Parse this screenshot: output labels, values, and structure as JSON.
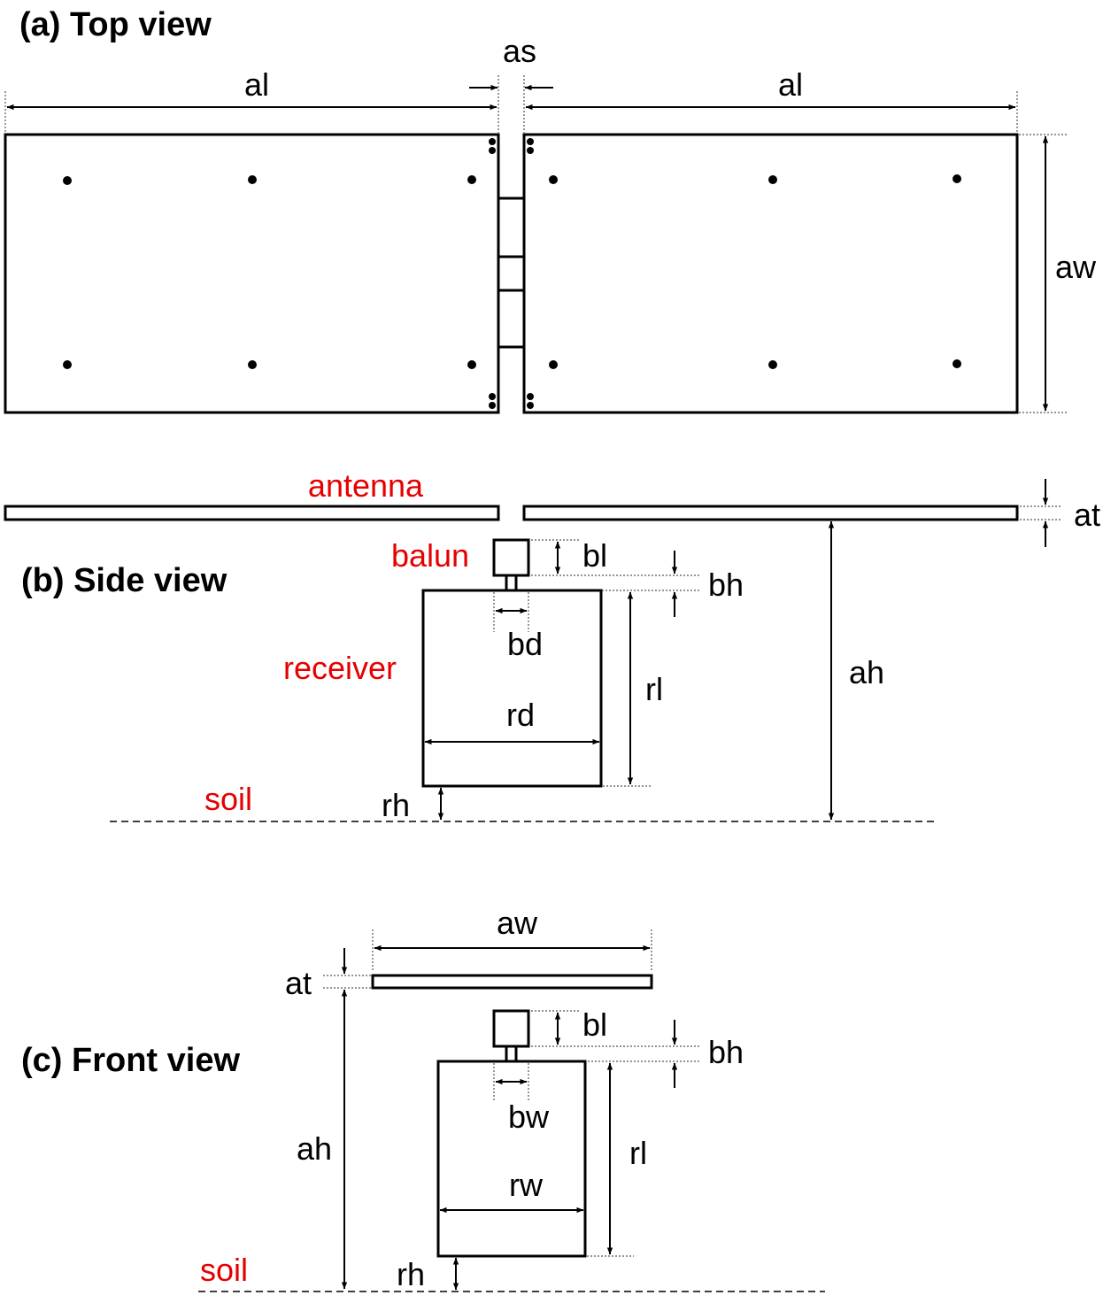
{
  "headings": {
    "top": "(a) Top view",
    "side": "(b) Side view",
    "front": "(c) Front view"
  },
  "labels": {
    "al": "al",
    "as": "as",
    "aw": "aw",
    "at": "at",
    "ah": "ah",
    "bl": "bl",
    "bh": "bh",
    "bd": "bd",
    "bw": "bw",
    "rd": "rd",
    "rw": "rw",
    "rl": "rl",
    "rh": "rh"
  },
  "components": {
    "antenna": "antenna",
    "balun": "balun",
    "receiver": "receiver",
    "soil": "soil"
  },
  "colors": {
    "component_label": "#e60000",
    "line": "#000000"
  }
}
